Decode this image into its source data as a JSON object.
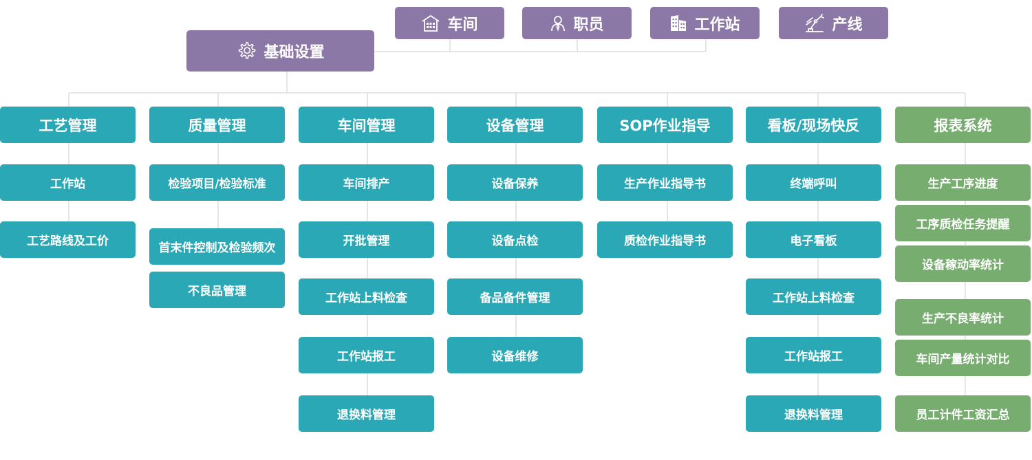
{
  "root": {
    "label": "基础设置",
    "icon": "gear-icon"
  },
  "top_items": [
    {
      "label": "车间",
      "icon": "building-icon"
    },
    {
      "label": "职员",
      "icon": "person-icon"
    },
    {
      "label": "工作站",
      "icon": "office-icon"
    },
    {
      "label": "产线",
      "icon": "robot-arm-icon"
    }
  ],
  "columns": [
    {
      "title": "工艺管理",
      "items": [
        "工作站",
        "工艺路线及工价"
      ]
    },
    {
      "title": "质量管理",
      "items": [
        "检验项目/检验标准",
        "首末件控制及检验频次",
        "不良品管理"
      ]
    },
    {
      "title": "车间管理",
      "items": [
        "车间排产",
        "开批管理",
        "工作站上料检查",
        "工作站报工",
        "退换料管理"
      ]
    },
    {
      "title": "设备管理",
      "items": [
        "设备保养",
        "设备点检",
        "备品备件管理",
        "设备维修"
      ]
    },
    {
      "title": "SOP作业指导",
      "items": [
        "生产作业指导书",
        "质检作业指导书"
      ]
    },
    {
      "title": "看板/现场快反",
      "items": [
        "终端呼叫",
        "电子看板",
        "工作站上料检查",
        "工作站报工",
        "退换料管理"
      ]
    },
    {
      "title": "报表系统",
      "items": [
        "生产工序进度",
        "工序质检任务提醒",
        "设备稼动率统计",
        "生产不良率统计",
        "车间产量统计对比",
        "员工计件工资汇总"
      ]
    }
  ],
  "colors": {
    "purple": "#8c78a6",
    "teal": "#2aa8b5",
    "green": "#78ad70",
    "connector": "#cccccc",
    "text": "#ffffff"
  }
}
